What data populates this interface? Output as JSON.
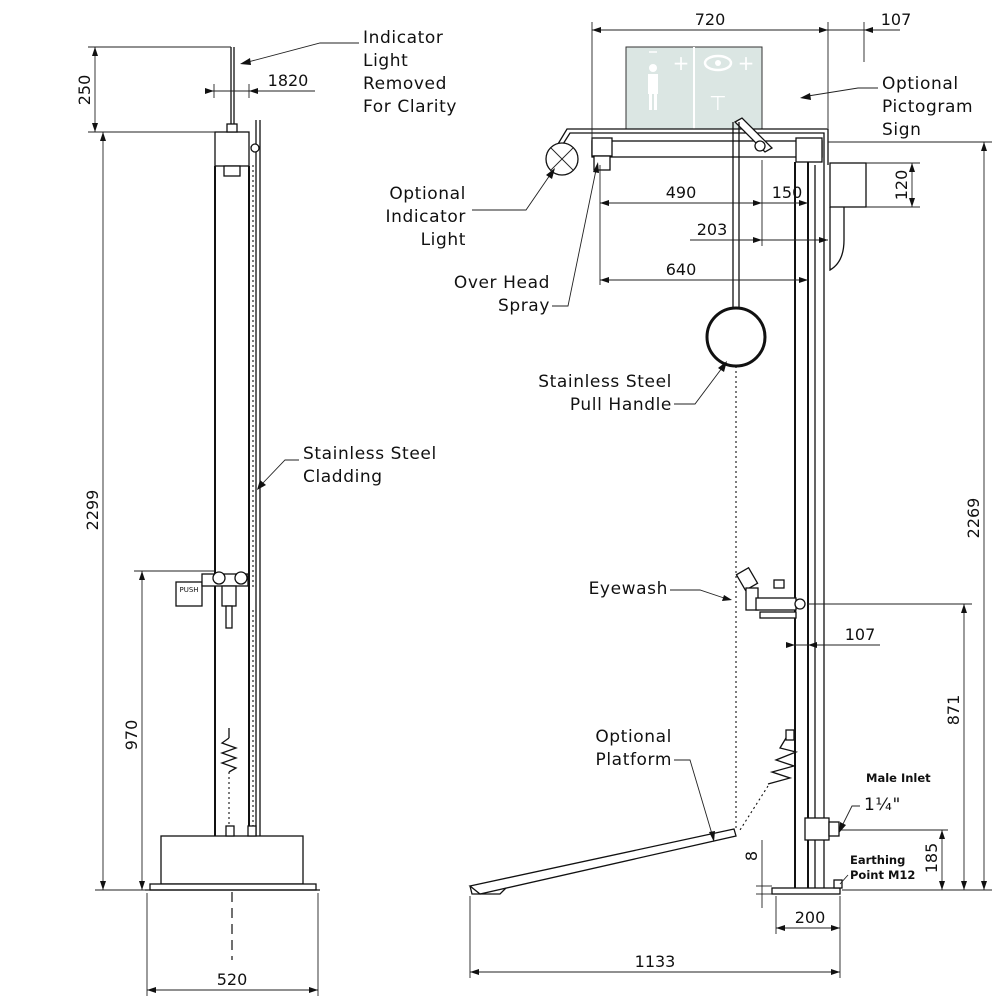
{
  "labels": {
    "indicator_light_removed": [
      "Indicator",
      "Light",
      "Removed",
      "For Clarity"
    ],
    "stainless_cladding": [
      "Stainless Steel",
      "Cladding"
    ],
    "optional_indicator_light": [
      "Optional",
      "Indicator",
      "Light"
    ],
    "over_head_spray": [
      "Over Head",
      "Spray"
    ],
    "optional_pictogram_sign": [
      "Optional",
      "Pictogram",
      "Sign"
    ],
    "pull_handle": [
      "Stainless Steel",
      "Pull Handle"
    ],
    "eyewash": "Eyewash",
    "optional_platform": [
      "Optional",
      "Platform"
    ],
    "male_inlet": "Male Inlet",
    "inlet_size": "1¼\"",
    "earthing_point": [
      "Earthing",
      "Point M12"
    ],
    "push": "PUSH"
  },
  "dimensions": {
    "left_top": "250",
    "left_offset": "1820",
    "left_height": "2299",
    "left_eyewash_height": "970",
    "left_base_width": "520",
    "right_top_width": "720",
    "right_top_offset": "107",
    "sign_height": "120",
    "spray_490": "490",
    "spray_150": "150",
    "spray_203": "203",
    "spray_640": "640",
    "right_height": "2269",
    "eyewash_offset": "107",
    "eyewash_height": "871",
    "inlet_height": "185",
    "platform_gap": "8",
    "base_width": "200",
    "platform_length": "1133"
  },
  "sign": {
    "glyphs": [
      "+",
      "+",
      "⊤"
    ]
  }
}
